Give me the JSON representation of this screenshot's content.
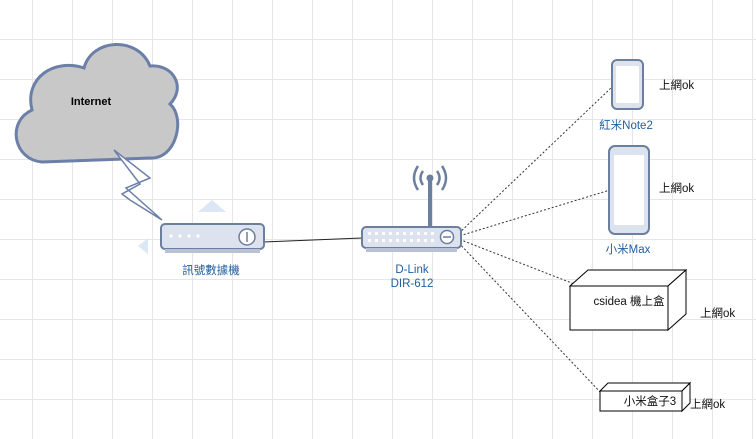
{
  "diagram": {
    "cloud": {
      "label": "Internet"
    },
    "modem": {
      "label": "訊號數據機"
    },
    "router": {
      "line1": "D-Link",
      "line2": "DIR-612"
    },
    "devices": [
      {
        "name": "紅米Note2",
        "status": "上網ok",
        "type": "phone-small"
      },
      {
        "name": "小米Max",
        "status": "上網ok",
        "type": "phone-large"
      },
      {
        "name": "csidea 機上盒",
        "status": "上網ok",
        "type": "box"
      },
      {
        "name": "小米盒子3",
        "status": "上網ok",
        "type": "flat-box"
      }
    ],
    "colors": {
      "device_fill": "#dde3ee",
      "device_stroke": "#6b7f9e",
      "cloud_fill": "#c8c8c8",
      "cloud_stroke": "#6b7fa8",
      "label_blue": "#1f5f9e",
      "accent_arrow": "#dce7f5"
    }
  }
}
